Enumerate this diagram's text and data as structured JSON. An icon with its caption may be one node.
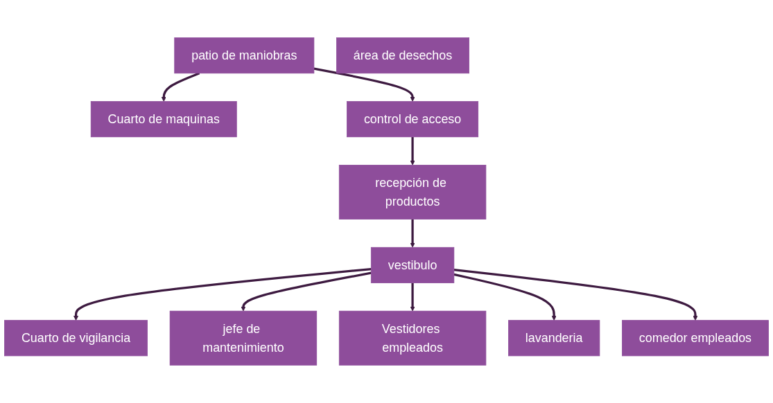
{
  "diagram": {
    "nodes": [
      {
        "text": [
          "Cuarto de maquinas"
        ]
      },
      {
        "text": [
          "patio de maniobras"
        ]
      },
      {
        "text": [
          "área de desechos"
        ]
      },
      {
        "text": [
          "control de acceso"
        ]
      },
      {
        "text": [
          "recepción de productos"
        ]
      },
      {
        "text": [
          "Cuarto de vigilancia"
        ]
      },
      {
        "text": [
          "vestibulo"
        ]
      },
      {
        "text": [
          "jefe de mantenimiento"
        ]
      },
      {
        "text": [
          "Vestidores empleados"
        ]
      },
      {
        "text": [
          "lavanderia"
        ]
      },
      {
        "text": [
          "comedor empleados"
        ]
      }
    ],
    "edges": [
      {
        "from": 1,
        "to": 0,
        "arrow": "to"
      },
      {
        "from": 1,
        "to": 3,
        "arrow": "to"
      },
      {
        "from": 3,
        "to": 4,
        "arrow": "to"
      },
      {
        "from": 4,
        "to": 6,
        "arrow": "to"
      },
      {
        "from": 6,
        "to": 5,
        "arrow": "to"
      },
      {
        "from": 6,
        "to": 7,
        "arrow": "to"
      },
      {
        "from": 6,
        "to": 8,
        "arrow": "to"
      },
      {
        "from": 6,
        "to": 9,
        "arrow": "to"
      },
      {
        "from": 6,
        "to": 10,
        "arrow": "to"
      }
    ]
  }
}
